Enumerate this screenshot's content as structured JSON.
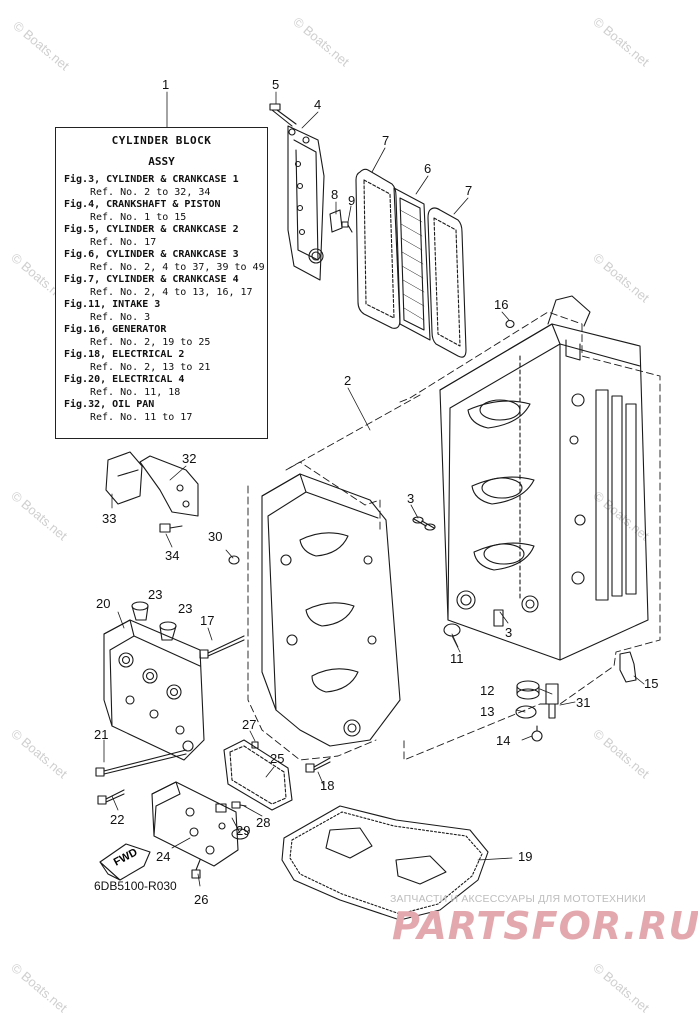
{
  "legend": {
    "title": "CYLINDER BLOCK",
    "subtitle": "ASSY",
    "lines": [
      {
        "fig": "Fig.3, CYLINDER & CRANKCASE 1",
        "ref": "Ref. No. 2 to 32, 34"
      },
      {
        "fig": "Fig.4, CRANKSHAFT & PISTON",
        "ref": "Ref. No. 1 to 15"
      },
      {
        "fig": "Fig.5, CYLINDER & CRANKCASE 2",
        "ref": "Ref. No. 17"
      },
      {
        "fig": "Fig.6, CYLINDER & CRANKCASE 3",
        "ref": "Ref. No. 2, 4 to 37, 39 to 49"
      },
      {
        "fig": "Fig.7, CYLINDER & CRANKCASE 4",
        "ref": "Ref. No. 2, 4 to 13, 16, 17"
      },
      {
        "fig": "Fig.11, INTAKE 3",
        "ref": "Ref. No. 3"
      },
      {
        "fig": "Fig.16, GENERATOR",
        "ref": "Ref. No. 2, 19 to 25"
      },
      {
        "fig": "Fig.18, ELECTRICAL 2",
        "ref": "Ref. No. 2, 13 to 21"
      },
      {
        "fig": "Fig.20, ELECTRICAL 4",
        "ref": "Ref. No. 11, 18"
      },
      {
        "fig": "Fig.32, OIL PAN",
        "ref": "Ref. No. 11 to 17"
      }
    ]
  },
  "callouts": {
    "n1": "1",
    "n2": "2",
    "n3a": "3",
    "n3b": "3",
    "n4": "4",
    "n5": "5",
    "n6": "6",
    "n7a": "7",
    "n7b": "7",
    "n8": "8",
    "n9": "9",
    "n11": "11",
    "n12": "12",
    "n13": "13",
    "n14": "14",
    "n15": "15",
    "n16": "16",
    "n17": "17",
    "n18": "18",
    "n19": "19",
    "n20": "20",
    "n21": "21",
    "n22": "22",
    "n23a": "23",
    "n23b": "23",
    "n24": "24",
    "n25": "25",
    "n26": "26",
    "n27": "27",
    "n28": "28",
    "n29": "29",
    "n30": "30",
    "n31": "31",
    "n32": "32",
    "n33": "33",
    "n34": "34"
  },
  "fwd_label": "FWD",
  "diagram_code": "6DB5100-R030",
  "watermark_text": "© Boats.net",
  "brand": {
    "tagline": "ЗАПЧАСТИ И АКСЕССУАРЫ ДЛЯ МОТОТЕХНИКИ",
    "logo": "PARTSFOR.RU"
  },
  "colors": {
    "line": "#1a1a1a",
    "watermark": "#cfcfcf",
    "brand": "#e3a8ae"
  }
}
